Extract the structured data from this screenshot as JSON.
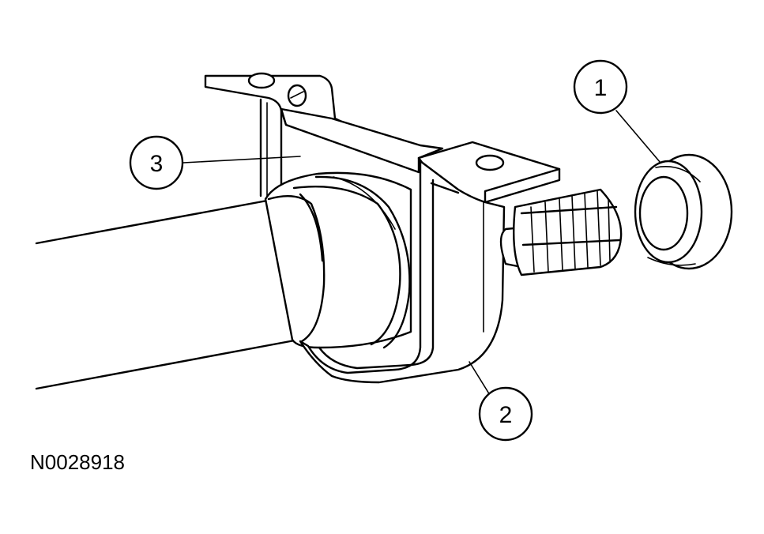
{
  "diagram": {
    "callouts": [
      {
        "id": "1",
        "label": "1"
      },
      {
        "id": "2",
        "label": "2"
      },
      {
        "id": "3",
        "label": "3"
      }
    ],
    "figure_id": "N0028918"
  }
}
